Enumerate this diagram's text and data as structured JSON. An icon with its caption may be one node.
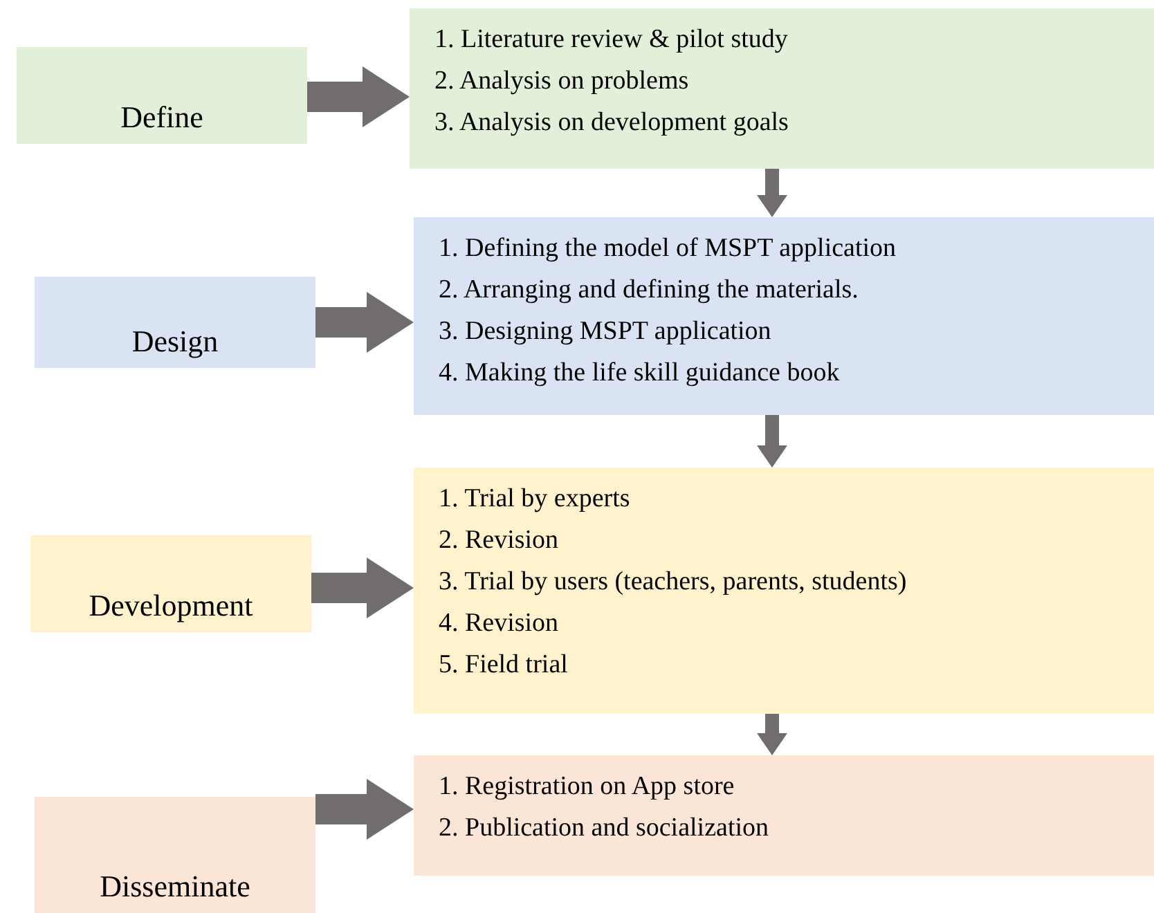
{
  "diagram": {
    "nodes": [
      {
        "text": [
          "Define"
        ]
      },
      {
        "text": [
          "1. Literature review & pilot study",
          "2. Analysis on problems",
          "3. Analysis on development goals"
        ]
      },
      {
        "text": [
          "Design"
        ]
      },
      {
        "text": [
          "1. Defining the model of MSPT application",
          "2. Arranging and defining the materials.",
          "3. Designing MSPT application",
          "4. Making the life skill guidance book"
        ]
      },
      {
        "text": [
          "Development"
        ]
      },
      {
        "text": [
          "1. Trial by experts",
          "2. Revision",
          "3. Trial by users (teachers, parents, students)",
          "4. Revision",
          "5. Field trial"
        ]
      },
      {
        "text": [
          "Disseminate"
        ]
      },
      {
        "text": [
          "1. Registration on App store",
          "2. Publication and socialization"
        ]
      }
    ],
    "edges": [
      {
        "from": 0,
        "to": 1,
        "arrow": "to"
      },
      {
        "from": 1,
        "to": 3,
        "arrow": "to"
      },
      {
        "from": 2,
        "to": 3,
        "arrow": "to"
      },
      {
        "from": 3,
        "to": 5,
        "arrow": "to"
      },
      {
        "from": 4,
        "to": 5,
        "arrow": "to"
      },
      {
        "from": 5,
        "to": 7,
        "arrow": "to"
      },
      {
        "from": 6,
        "to": 7,
        "arrow": "to"
      }
    ]
  }
}
